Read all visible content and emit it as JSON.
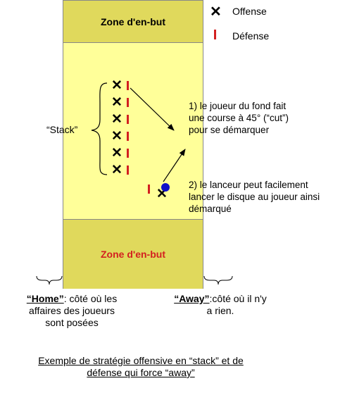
{
  "field": {
    "top_endzone_label": "Zone d'en-but",
    "bottom_endzone_label": "Zone d'en-but",
    "field_color": "#FFFF99",
    "endzone_color": "#E0D95C"
  },
  "legend": {
    "offense_symbol": "✕",
    "offense_label": "Offense",
    "defense_label": "Défense",
    "defense_color": "#D32020"
  },
  "stack": {
    "label": "“Stack”",
    "player_symbol": "✕"
  },
  "notes": {
    "note1_line1": "1) le joueur du fond fait",
    "note1_line2": "une course à 45° (“cut”)",
    "note1_line3": "pour se démarquer",
    "note2_line1": "2) le lanceur peut facilement",
    "note2_line2": "lancer le disque au joueur ainsi",
    "note2_line3": "démarqué"
  },
  "thrower": {
    "symbol": "✕",
    "disc_color": "#1010C8"
  },
  "sides": {
    "home_term": "“Home”",
    "home_text1": ": côté où les",
    "home_text2": "affaires des joueurs",
    "home_text3": "sont posées",
    "away_term": "“Away”",
    "away_text1": ":côté où il n'y",
    "away_text2": "a rien."
  },
  "caption": {
    "line1": "Exemple de stratégie offensive en “stack” et de",
    "line2": "défense qui force “away”"
  }
}
